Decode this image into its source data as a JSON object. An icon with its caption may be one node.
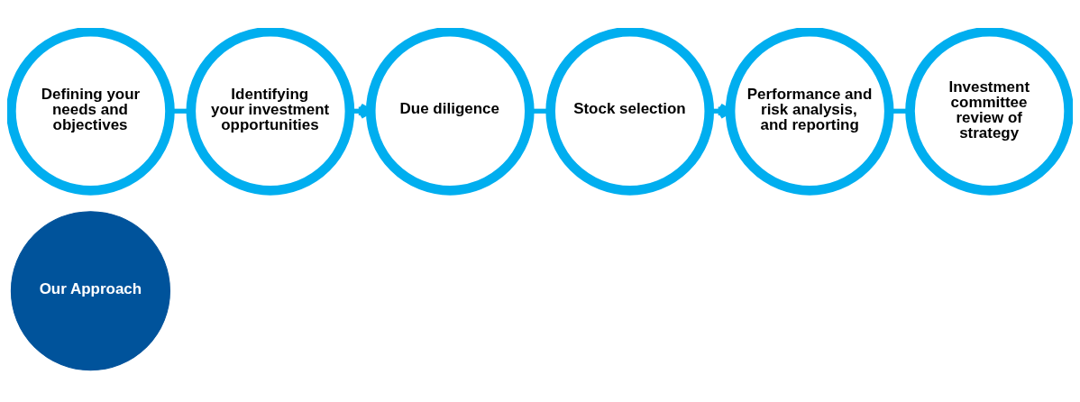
{
  "diagram": {
    "nodes": [
      {
        "text": [
          "Our Approach"
        ]
      },
      {
        "text": [
          "Defining your needs and objectives"
        ]
      },
      {
        "text": [
          "Identifying your investment opportunities"
        ]
      },
      {
        "text": [
          "Due diligence"
        ]
      },
      {
        "text": [
          "Stock selection"
        ]
      },
      {
        "text": [
          "Performance and risk analysis, and reporting"
        ]
      },
      {
        "text": [
          "Investment committee review of strategy"
        ]
      }
    ],
    "edges": [
      {
        "from": 1,
        "to": 2,
        "arrow": "none"
      },
      {
        "from": 2,
        "to": 3,
        "arrow": "to"
      },
      {
        "from": 3,
        "to": 4,
        "arrow": "none"
      },
      {
        "from": 4,
        "to": 5,
        "arrow": "to"
      },
      {
        "from": 5,
        "to": 6,
        "arrow": "none"
      }
    ]
  }
}
